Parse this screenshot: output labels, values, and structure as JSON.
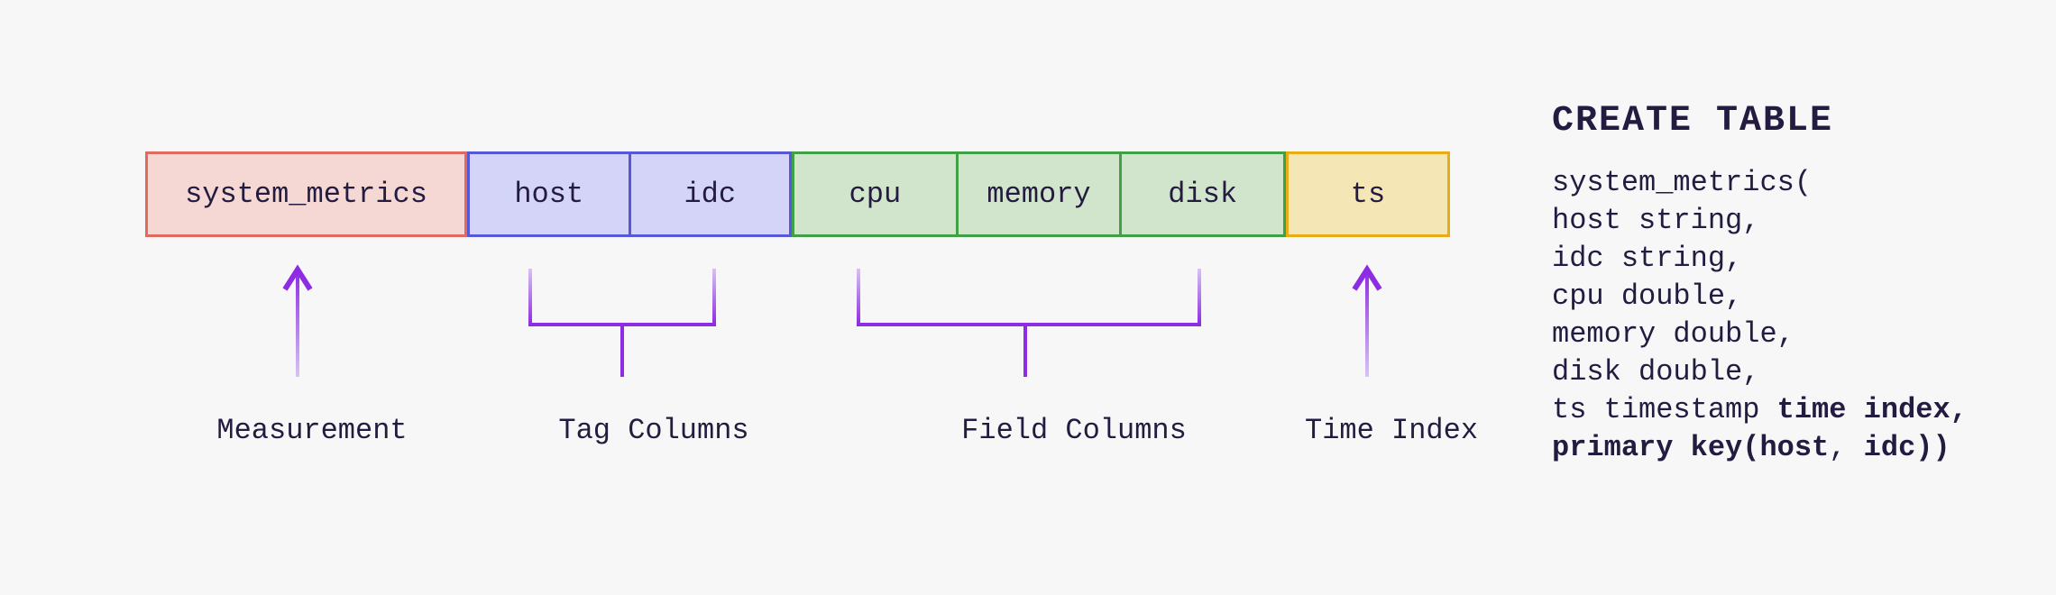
{
  "colors": {
    "background": "#f7f7f8",
    "ink": "#241b40",
    "measurement-fill": "#f5d7d3",
    "measurement-border": "#df6b5e",
    "tag-fill": "#d4d4f8",
    "tag-border": "#5658d8",
    "field-fill": "#d0e5cc",
    "field-border": "#40a044",
    "time-fill": "#f4e6b5",
    "time-border": "#e7ac16",
    "purple-vivid": "#8e2ce4",
    "purple-faint": "#d8c7f4"
  },
  "diagram": {
    "boxes": [
      {
        "label": "system_metrics",
        "group": "measurement"
      },
      {
        "label": "host",
        "group": "tag"
      },
      {
        "label": "idc",
        "group": "tag"
      },
      {
        "label": "cpu",
        "group": "field"
      },
      {
        "label": "memory",
        "group": "field"
      },
      {
        "label": "disk",
        "group": "field"
      },
      {
        "label": "ts",
        "group": "time"
      }
    ],
    "annotations": [
      {
        "label": "Measurement"
      },
      {
        "label": "Tag Columns"
      },
      {
        "label": "Field Columns"
      },
      {
        "label": "Time Index"
      }
    ]
  },
  "sql": {
    "title": "CREATE TABLE",
    "lines": [
      {
        "segments": [
          {
            "text": "system_metrics(",
            "weight": "normal"
          }
        ]
      },
      {
        "segments": [
          {
            "text": "host string,",
            "weight": "normal"
          }
        ]
      },
      {
        "segments": [
          {
            "text": "idc string,",
            "weight": "normal"
          }
        ]
      },
      {
        "segments": [
          {
            "text": "cpu double,",
            "weight": "normal"
          }
        ]
      },
      {
        "segments": [
          {
            "text": "memory double,",
            "weight": "normal"
          }
        ]
      },
      {
        "segments": [
          {
            "text": "disk double,",
            "weight": "normal"
          }
        ]
      },
      {
        "segments": [
          {
            "text": "ts timestamp ",
            "weight": "normal"
          },
          {
            "text": "time index,",
            "weight": "bold"
          }
        ]
      },
      {
        "segments": [
          {
            "text": "primary key(host",
            "weight": "bold"
          },
          {
            "text": ", ",
            "weight": "normal"
          },
          {
            "text": "idc))",
            "weight": "bold"
          }
        ]
      }
    ]
  }
}
